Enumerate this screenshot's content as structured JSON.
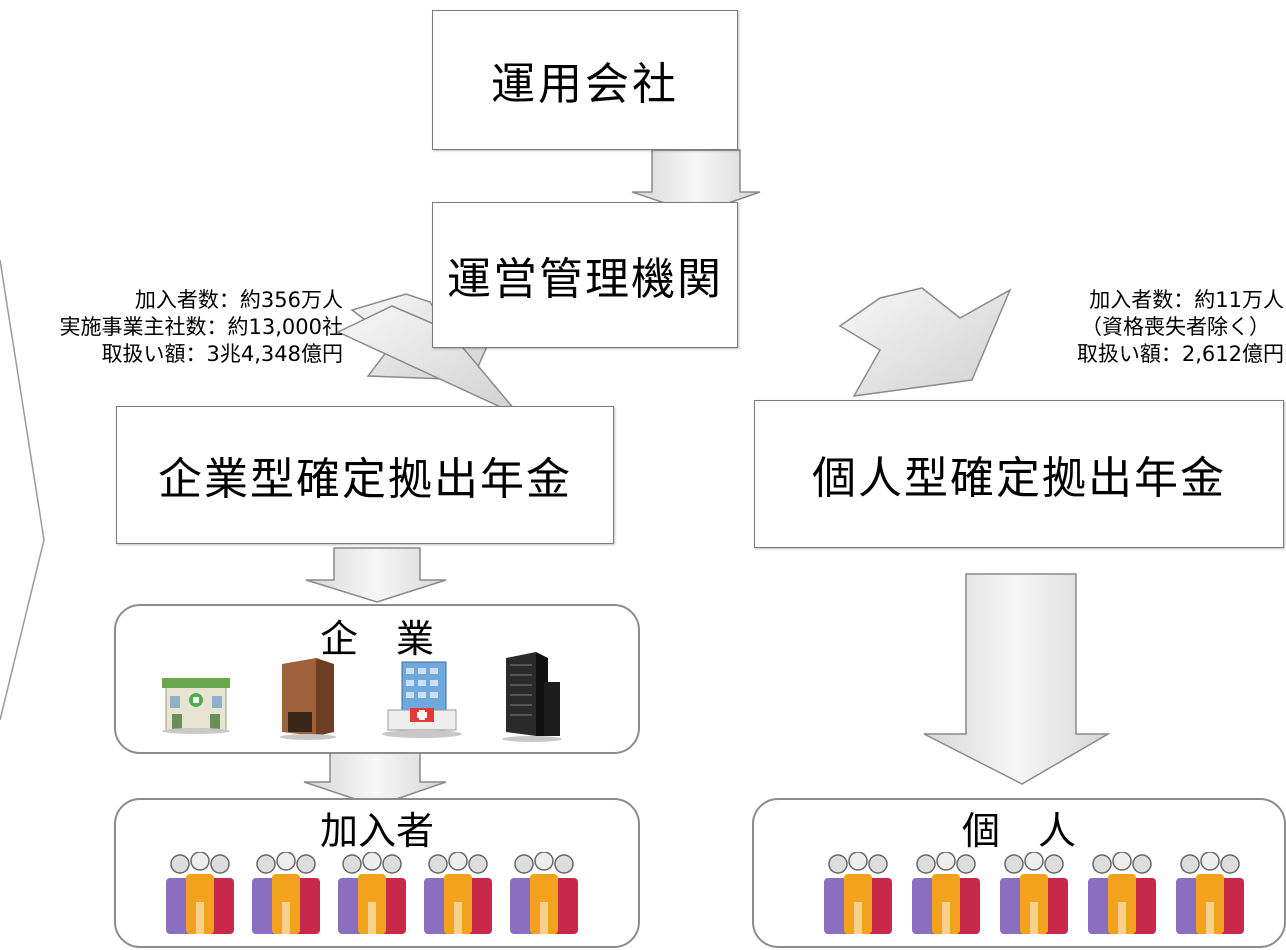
{
  "boxes": {
    "asset_manager": "運用会社",
    "record_keeper": "運営管理機関",
    "corporate_dc": "企業型確定拠出年金",
    "individual_dc": "個人型確定拠出年金"
  },
  "groups": {
    "companies": "企　業",
    "members": "加入者",
    "individuals": "個　人"
  },
  "notes": {
    "corporate": [
      "加入者数：約356万人",
      "実施事業主社数：約13,000社",
      "取扱い額：3兆4,348億円"
    ],
    "individual": [
      "加入者数：約11万人",
      "（資格喪失者除く）",
      "取扱い額：2,612億円"
    ]
  },
  "icons": {
    "companies": [
      "store-building-icon",
      "brown-building-icon",
      "hospital-building-icon",
      "black-tower-icon"
    ],
    "members": [
      "people-group-icon",
      "people-group-icon",
      "people-group-icon",
      "people-group-icon",
      "people-group-icon"
    ],
    "individuals": [
      "people-group-icon",
      "people-group-icon",
      "people-group-icon",
      "people-group-icon",
      "people-group-icon"
    ]
  },
  "colors": {
    "arrow_fill_light": "#f6f6f6",
    "arrow_fill_dark": "#d6d6d6",
    "arrow_stroke": "#8a8a8a",
    "box_border": "#7a7a7a",
    "person_purple": "#8a6fc0",
    "person_orange": "#f2a21c",
    "person_red": "#c8294a"
  }
}
